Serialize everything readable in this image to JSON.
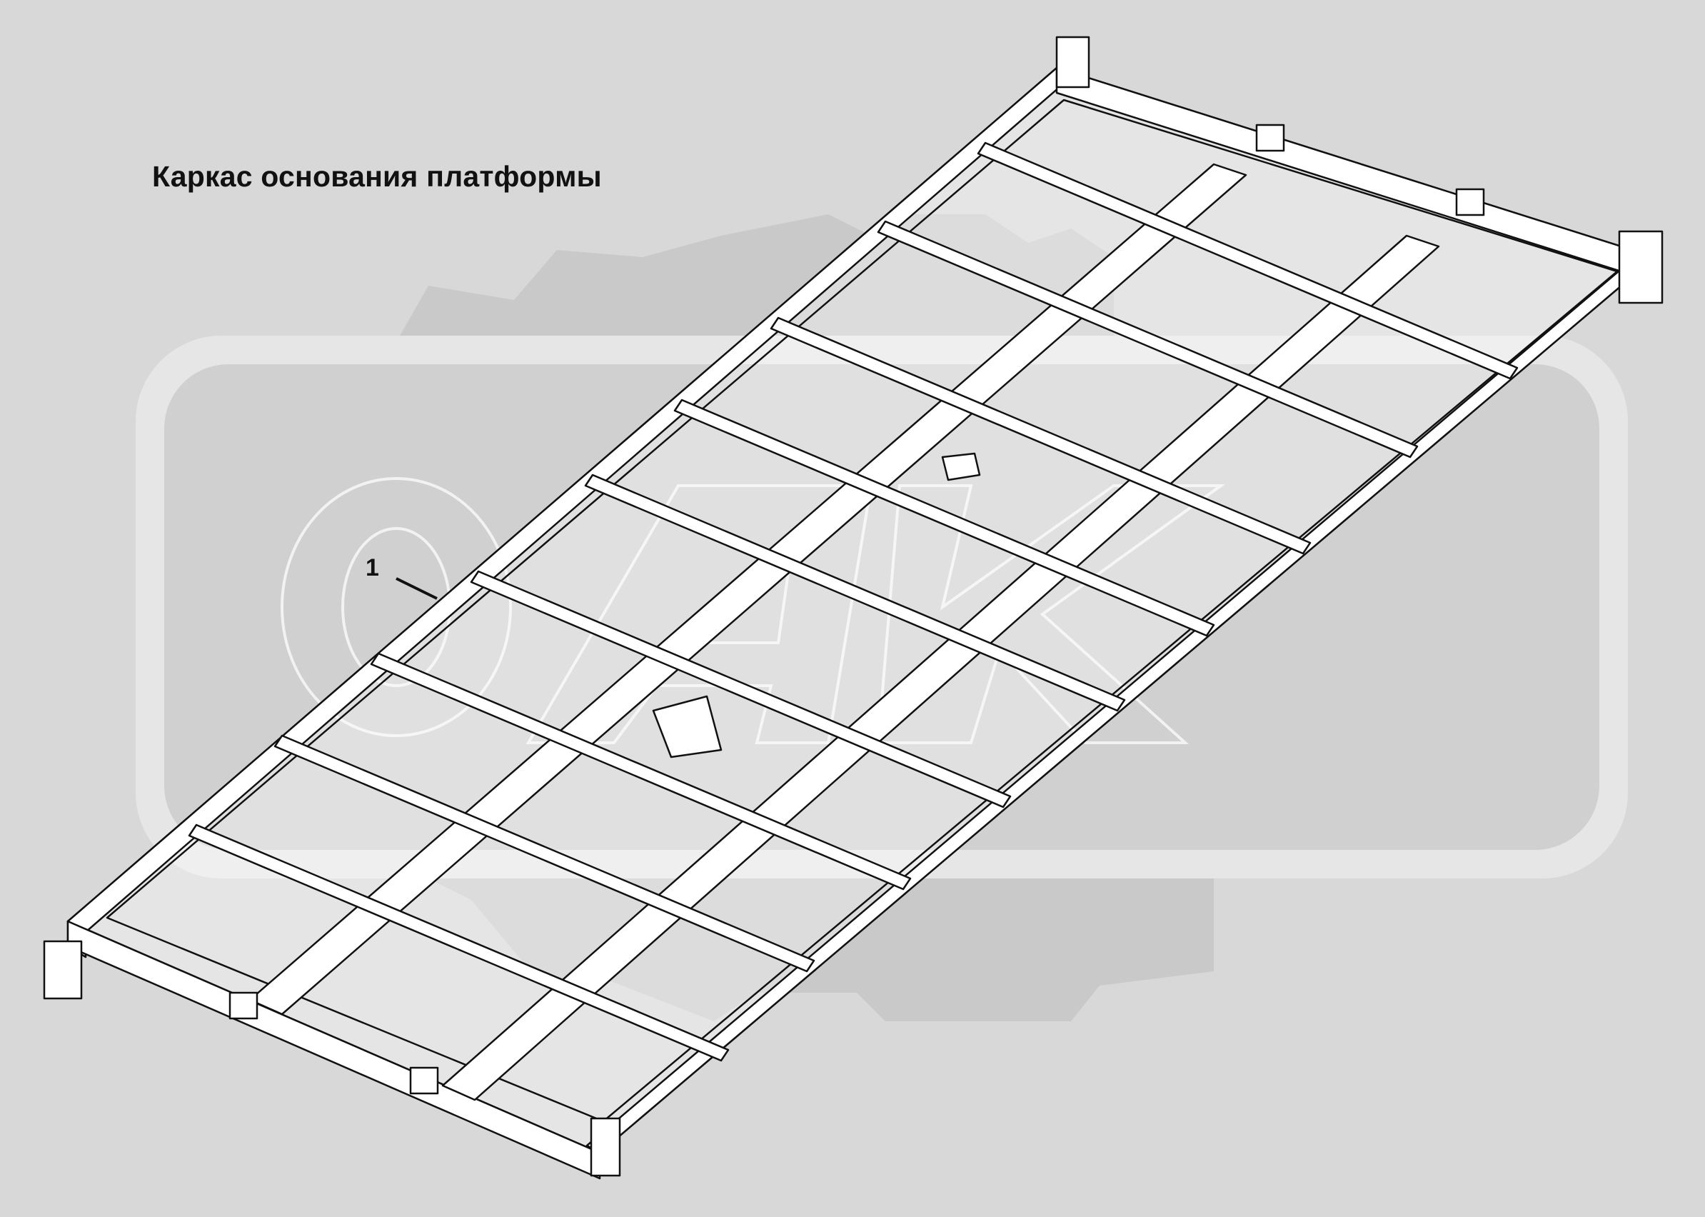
{
  "diagram": {
    "title": "Каркас основания платформы",
    "callouts": [
      {
        "label": "1"
      }
    ],
    "watermark_text": "ОАК",
    "colors": {
      "background": "#d8d8d8",
      "watermark_light": "#e9e9e9",
      "watermark_mid": "#c9c9c9",
      "line": "#111111",
      "frame_fill": "#ffffff"
    }
  }
}
